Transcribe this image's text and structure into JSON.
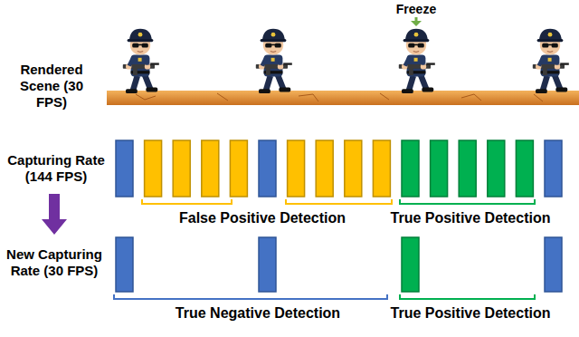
{
  "diagram": {
    "labels": [
      "Rendered Scene (30 FPS)",
      "Capturing Rate (144 FPS)",
      "New Capturing Rate (30 FPS)",
      "Freeze",
      "False Positive Detection",
      "True Positive Detection",
      "True Negative Detection",
      "True Positive Detection"
    ]
  }
}
